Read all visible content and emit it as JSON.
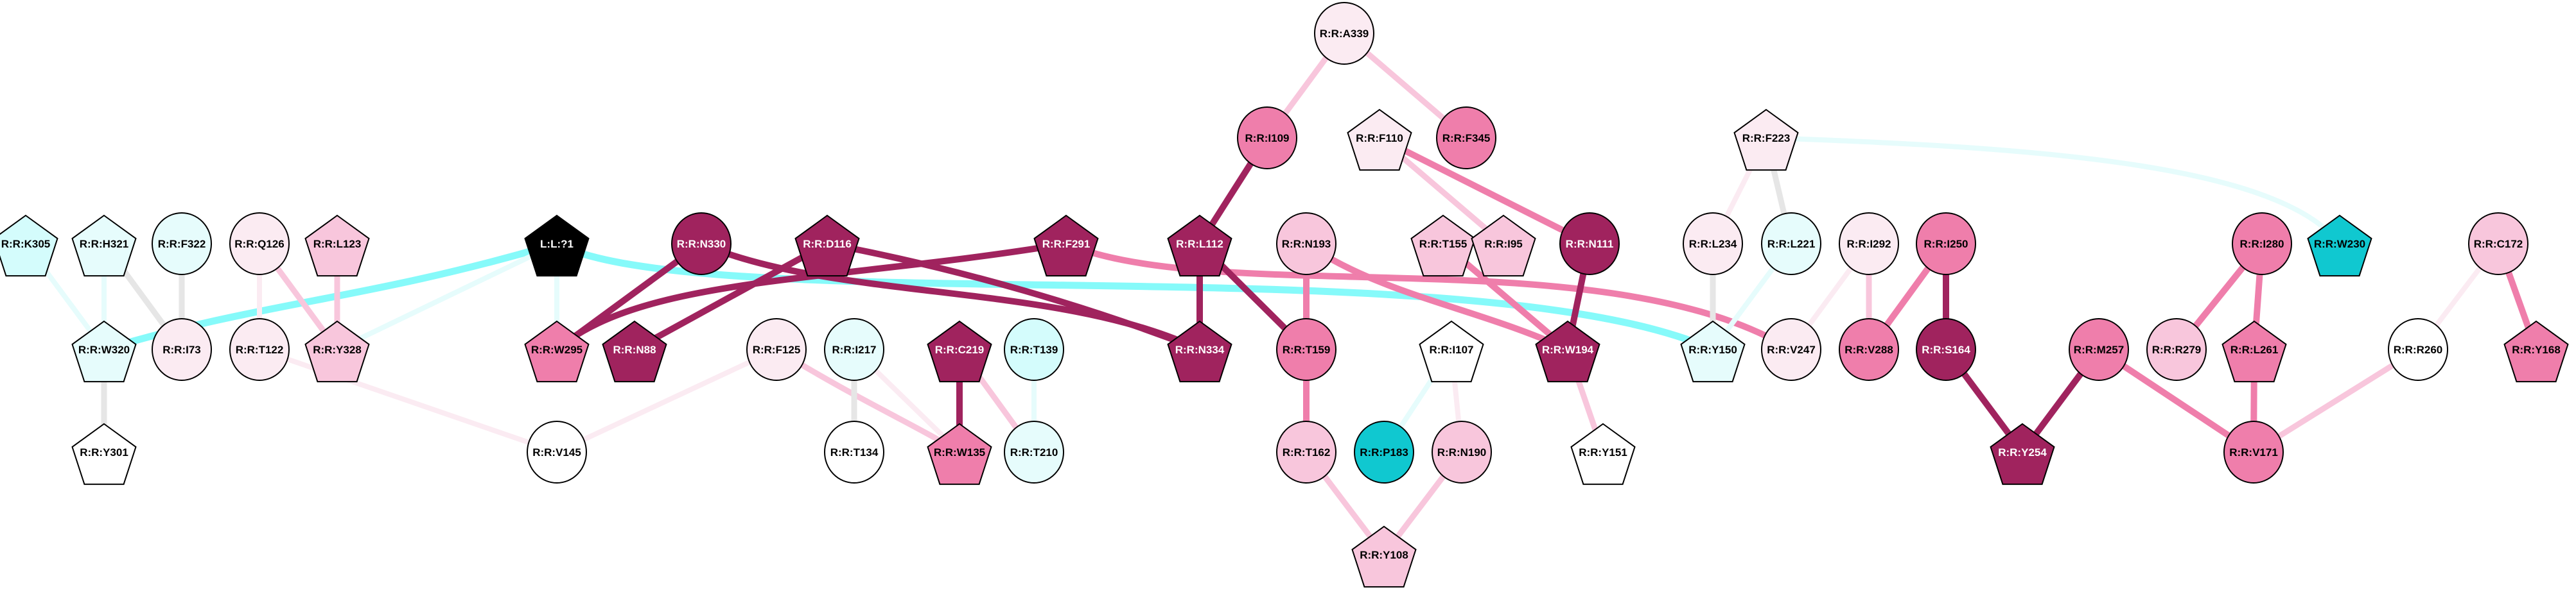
{
  "title": "Residue interaction network",
  "palette": {
    "white": "#ffffff",
    "cyan_pale": "#e6fcfc",
    "cyan_light": "#d4fcfc",
    "cyan_strong": "#10c8d0",
    "pink_pale": "#fbebf2",
    "pink_light": "#f8c6dc",
    "pink_mid": "#ef7eab",
    "pink_dark": "#a0235e",
    "black": "#000000",
    "edge_grey": "#e6e6e6",
    "edge_cyan_faint": "#e6fcfc",
    "edge_cyan": "#86fafa"
  },
  "nodes": [
    {
      "id": "K305",
      "label": "R:R:K305",
      "shape": "pentagon",
      "fill": "cyan_light"
    },
    {
      "id": "H321",
      "label": "R:R:H321",
      "shape": "pentagon",
      "fill": "cyan_pale"
    },
    {
      "id": "F322",
      "label": "R:R:F322",
      "shape": "ellipse",
      "fill": "cyan_pale"
    },
    {
      "id": "Q126",
      "label": "R:R:Q126",
      "shape": "ellipse",
      "fill": "pink_pale"
    },
    {
      "id": "L123",
      "label": "R:R:L123",
      "shape": "pentagon",
      "fill": "pink_light"
    },
    {
      "id": "LIG",
      "label": "L:L:?1",
      "shape": "pentagon",
      "fill": "black"
    },
    {
      "id": "N330",
      "label": "R:R:N330",
      "shape": "ellipse",
      "fill": "pink_dark"
    },
    {
      "id": "D116",
      "label": "R:R:D116",
      "shape": "pentagon",
      "fill": "pink_dark"
    },
    {
      "id": "F291",
      "label": "R:R:F291",
      "shape": "pentagon",
      "fill": "pink_dark"
    },
    {
      "id": "L112",
      "label": "R:R:L112",
      "shape": "pentagon",
      "fill": "pink_dark"
    },
    {
      "id": "N193",
      "label": "R:R:N193",
      "shape": "ellipse",
      "fill": "pink_light"
    },
    {
      "id": "T155",
      "label": "R:R:T155",
      "shape": "pentagon",
      "fill": "pink_light"
    },
    {
      "id": "I95",
      "label": "R:R:I95",
      "shape": "pentagon",
      "fill": "pink_light"
    },
    {
      "id": "N111",
      "label": "R:R:N111",
      "shape": "ellipse",
      "fill": "pink_dark"
    },
    {
      "id": "L234",
      "label": "R:R:L234",
      "shape": "ellipse",
      "fill": "pink_pale"
    },
    {
      "id": "L221",
      "label": "R:R:L221",
      "shape": "ellipse",
      "fill": "cyan_pale"
    },
    {
      "id": "I292",
      "label": "R:R:I292",
      "shape": "ellipse",
      "fill": "pink_pale"
    },
    {
      "id": "I250",
      "label": "R:R:I250",
      "shape": "ellipse",
      "fill": "pink_mid"
    },
    {
      "id": "I280",
      "label": "R:R:I280",
      "shape": "ellipse",
      "fill": "pink_mid"
    },
    {
      "id": "W230",
      "label": "R:R:W230",
      "shape": "pentagon",
      "fill": "cyan_strong"
    },
    {
      "id": "C172",
      "label": "R:R:C172",
      "shape": "ellipse",
      "fill": "pink_light"
    },
    {
      "id": "W320",
      "label": "R:R:W320",
      "shape": "pentagon",
      "fill": "cyan_pale"
    },
    {
      "id": "I73",
      "label": "R:R:I73",
      "shape": "ellipse",
      "fill": "pink_pale"
    },
    {
      "id": "T122",
      "label": "R:R:T122",
      "shape": "ellipse",
      "fill": "pink_pale"
    },
    {
      "id": "Y328",
      "label": "R:R:Y328",
      "shape": "pentagon",
      "fill": "pink_light"
    },
    {
      "id": "W295",
      "label": "R:R:W295",
      "shape": "pentagon",
      "fill": "pink_mid"
    },
    {
      "id": "N88",
      "label": "R:R:N88",
      "shape": "pentagon",
      "fill": "pink_dark"
    },
    {
      "id": "F125",
      "label": "R:R:F125",
      "shape": "ellipse",
      "fill": "pink_pale"
    },
    {
      "id": "I217",
      "label": "R:R:I217",
      "shape": "ellipse",
      "fill": "cyan_pale"
    },
    {
      "id": "C219",
      "label": "R:R:C219",
      "shape": "pentagon",
      "fill": "pink_dark"
    },
    {
      "id": "T139",
      "label": "R:R:T139",
      "shape": "ellipse",
      "fill": "cyan_light"
    },
    {
      "id": "N334",
      "label": "R:R:N334",
      "shape": "pentagon",
      "fill": "pink_dark"
    },
    {
      "id": "T159",
      "label": "R:R:T159",
      "shape": "ellipse",
      "fill": "pink_mid"
    },
    {
      "id": "I107",
      "label": "R:R:I107",
      "shape": "pentagon",
      "fill": "white"
    },
    {
      "id": "W194",
      "label": "R:R:W194",
      "shape": "pentagon",
      "fill": "pink_dark"
    },
    {
      "id": "Y150",
      "label": "R:R:Y150",
      "shape": "pentagon",
      "fill": "cyan_pale"
    },
    {
      "id": "V247",
      "label": "R:R:V247",
      "shape": "ellipse",
      "fill": "pink_pale"
    },
    {
      "id": "V288",
      "label": "R:R:V288",
      "shape": "ellipse",
      "fill": "pink_mid"
    },
    {
      "id": "S164",
      "label": "R:R:S164",
      "shape": "ellipse",
      "fill": "pink_dark"
    },
    {
      "id": "M257",
      "label": "R:R:M257",
      "shape": "ellipse",
      "fill": "pink_mid"
    },
    {
      "id": "R279",
      "label": "R:R:R279",
      "shape": "ellipse",
      "fill": "pink_light"
    },
    {
      "id": "L261",
      "label": "R:R:L261",
      "shape": "pentagon",
      "fill": "pink_mid"
    },
    {
      "id": "R260",
      "label": "R:R:R260",
      "shape": "ellipse",
      "fill": "white"
    },
    {
      "id": "Y168",
      "label": "R:R:Y168",
      "shape": "pentagon",
      "fill": "pink_mid"
    },
    {
      "id": "Y301",
      "label": "R:R:Y301",
      "shape": "pentagon",
      "fill": "white"
    },
    {
      "id": "V145",
      "label": "R:R:V145",
      "shape": "ellipse",
      "fill": "white"
    },
    {
      "id": "T134",
      "label": "R:R:T134",
      "shape": "ellipse",
      "fill": "white"
    },
    {
      "id": "W135",
      "label": "R:R:W135",
      "shape": "pentagon",
      "fill": "pink_mid"
    },
    {
      "id": "T210",
      "label": "R:R:T210",
      "shape": "ellipse",
      "fill": "cyan_pale"
    },
    {
      "id": "T162",
      "label": "R:R:T162",
      "shape": "ellipse",
      "fill": "pink_light"
    },
    {
      "id": "P183",
      "label": "R:R:P183",
      "shape": "ellipse",
      "fill": "cyan_strong"
    },
    {
      "id": "N190",
      "label": "R:R:N190",
      "shape": "ellipse",
      "fill": "pink_light"
    },
    {
      "id": "Y151",
      "label": "R:R:Y151",
      "shape": "pentagon",
      "fill": "white"
    },
    {
      "id": "Y254",
      "label": "R:R:Y254",
      "shape": "pentagon",
      "fill": "pink_dark"
    },
    {
      "id": "V171",
      "label": "R:R:V171",
      "shape": "ellipse",
      "fill": "pink_mid"
    },
    {
      "id": "A339",
      "label": "R:R:A339",
      "shape": "ellipse",
      "fill": "pink_pale"
    },
    {
      "id": "I109",
      "label": "R:R:I109",
      "shape": "ellipse",
      "fill": "pink_mid"
    },
    {
      "id": "F110",
      "label": "R:R:F110",
      "shape": "pentagon",
      "fill": "pink_pale"
    },
    {
      "id": "F345",
      "label": "R:R:F345",
      "shape": "ellipse",
      "fill": "pink_mid"
    },
    {
      "id": "F223",
      "label": "R:R:F223",
      "shape": "pentagon",
      "fill": "pink_pale"
    },
    {
      "id": "Y108",
      "label": "R:R:Y108",
      "shape": "pentagon",
      "fill": "pink_light"
    }
  ],
  "edges": [
    {
      "from": "K305",
      "to": "W320",
      "color": "edge_cyan_faint"
    },
    {
      "from": "H321",
      "to": "W320",
      "color": "edge_cyan_faint"
    },
    {
      "from": "H321",
      "to": "I73",
      "color": "edge_grey"
    },
    {
      "from": "F322",
      "to": "I73",
      "color": "edge_grey"
    },
    {
      "from": "W320",
      "to": "Y301",
      "color": "edge_grey"
    },
    {
      "from": "LIG",
      "to": "W320",
      "color": "edge_cyan",
      "curve": true
    },
    {
      "from": "Q126",
      "to": "T122",
      "color": "pink_pale"
    },
    {
      "from": "Q126",
      "to": "Y328",
      "color": "pink_light"
    },
    {
      "from": "L123",
      "to": "Y328",
      "color": "pink_light"
    },
    {
      "from": "LIG",
      "to": "Y328",
      "color": "edge_cyan_faint"
    },
    {
      "from": "LIG",
      "to": "W295",
      "color": "edge_cyan_faint"
    },
    {
      "from": "LIG",
      "to": "Y150",
      "color": "edge_cyan",
      "curve": true
    },
    {
      "from": "T122",
      "to": "V145",
      "color": "pink_pale"
    },
    {
      "from": "F125",
      "to": "V145",
      "color": "pink_pale"
    },
    {
      "from": "N330",
      "to": "W295",
      "color": "pink_dark"
    },
    {
      "from": "F291",
      "to": "W295",
      "color": "pink_dark",
      "curve": true
    },
    {
      "from": "N330",
      "to": "N334",
      "color": "pink_dark",
      "curve": true
    },
    {
      "from": "D116",
      "to": "N88",
      "color": "pink_dark"
    },
    {
      "from": "D116",
      "to": "N334",
      "color": "pink_dark",
      "curve": true
    },
    {
      "from": "F291",
      "to": "V247",
      "color": "pink_mid",
      "curve": true
    },
    {
      "from": "F125",
      "to": "W135",
      "color": "pink_light",
      "curve": true
    },
    {
      "from": "I217",
      "to": "T134",
      "color": "edge_grey"
    },
    {
      "from": "I217",
      "to": "W135",
      "color": "pink_pale"
    },
    {
      "from": "C219",
      "to": "W135",
      "color": "pink_dark"
    },
    {
      "from": "C219",
      "to": "T210",
      "color": "pink_light"
    },
    {
      "from": "T139",
      "to": "T210",
      "color": "edge_cyan_faint"
    },
    {
      "from": "L112",
      "to": "N334",
      "color": "pink_dark"
    },
    {
      "from": "L112",
      "to": "T159",
      "color": "pink_dark"
    },
    {
      "from": "I109",
      "to": "L112",
      "color": "pink_dark"
    },
    {
      "from": "A339",
      "to": "I109",
      "color": "pink_light"
    },
    {
      "from": "A339",
      "to": "F345",
      "color": "pink_light"
    },
    {
      "from": "F110",
      "to": "I95",
      "color": "pink_light"
    },
    {
      "from": "F110",
      "to": "N111",
      "color": "pink_mid"
    },
    {
      "from": "N193",
      "to": "T159",
      "color": "pink_mid"
    },
    {
      "from": "N193",
      "to": "W194",
      "color": "pink_mid",
      "curve": true
    },
    {
      "from": "T155",
      "to": "W194",
      "color": "pink_mid"
    },
    {
      "from": "N111",
      "to": "W194",
      "color": "pink_dark"
    },
    {
      "from": "T159",
      "to": "T162",
      "color": "pink_mid"
    },
    {
      "from": "T162",
      "to": "Y108",
      "color": "pink_light"
    },
    {
      "from": "N190",
      "to": "Y108",
      "color": "pink_light"
    },
    {
      "from": "I107",
      "to": "P183",
      "color": "edge_cyan_faint"
    },
    {
      "from": "I107",
      "to": "N190",
      "color": "pink_pale"
    },
    {
      "from": "W194",
      "to": "Y151",
      "color": "pink_light"
    },
    {
      "from": "F223",
      "to": "L234",
      "color": "pink_pale"
    },
    {
      "from": "F223",
      "to": "L221",
      "color": "edge_grey"
    },
    {
      "from": "F223",
      "to": "W230",
      "color": "edge_cyan_faint",
      "curve": true
    },
    {
      "from": "L234",
      "to": "Y150",
      "color": "edge_grey"
    },
    {
      "from": "L221",
      "to": "Y150",
      "color": "edge_cyan_faint"
    },
    {
      "from": "I292",
      "to": "V247",
      "color": "pink_pale"
    },
    {
      "from": "I292",
      "to": "V288",
      "color": "pink_light"
    },
    {
      "from": "I250",
      "to": "V288",
      "color": "pink_mid"
    },
    {
      "from": "I250",
      "to": "S164",
      "color": "pink_dark"
    },
    {
      "from": "S164",
      "to": "Y254",
      "color": "pink_dark"
    },
    {
      "from": "M257",
      "to": "Y254",
      "color": "pink_dark"
    },
    {
      "from": "M257",
      "to": "V171",
      "color": "pink_mid"
    },
    {
      "from": "I280",
      "to": "R279",
      "color": "pink_mid"
    },
    {
      "from": "I280",
      "to": "L261",
      "color": "pink_mid"
    },
    {
      "from": "L261",
      "to": "V171",
      "color": "pink_mid"
    },
    {
      "from": "R260",
      "to": "V171",
      "color": "pink_light"
    },
    {
      "from": "C172",
      "to": "R260",
      "color": "pink_pale"
    },
    {
      "from": "C172",
      "to": "Y168",
      "color": "pink_mid"
    }
  ]
}
